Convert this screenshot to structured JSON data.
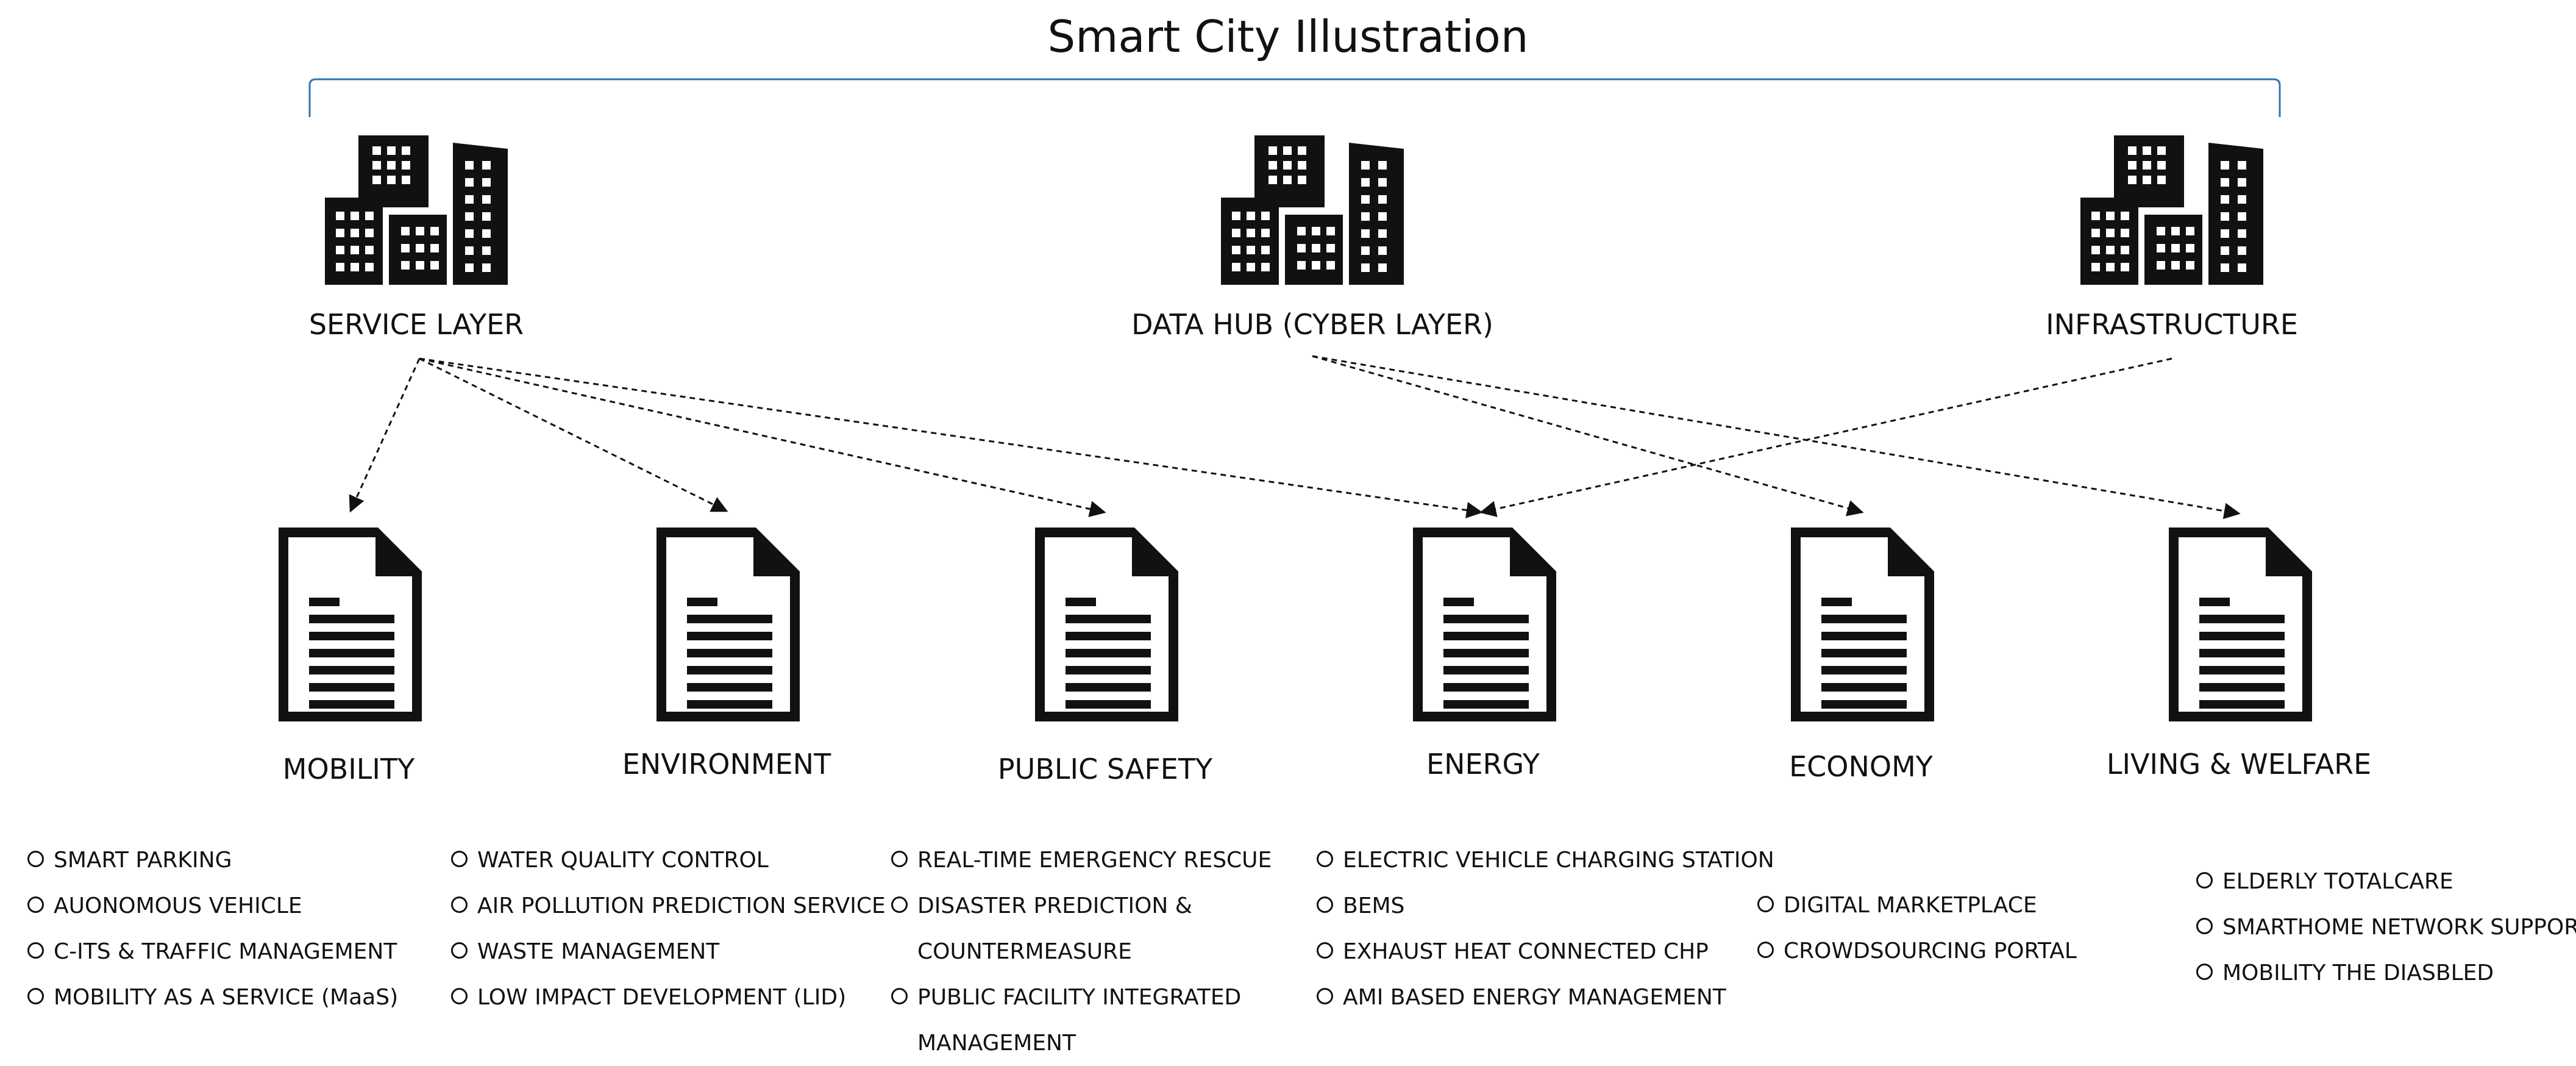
{
  "title": "Smart City Illustration",
  "colors": {
    "bracket": "#2e75b6",
    "ink": "#111111"
  },
  "layers": [
    {
      "id": "service",
      "label": "SERVICE LAYER",
      "icon": "buildings-icon"
    },
    {
      "id": "data-hub",
      "label": "DATA HUB (CYBER LAYER)",
      "icon": "buildings-icon"
    },
    {
      "id": "infrastructure",
      "label": "INFRASTRUCTURE",
      "icon": "buildings-icon"
    }
  ],
  "services": [
    {
      "id": "mobility",
      "label": "MOBILITY",
      "icon": "document-icon",
      "items": [
        "SMART PARKING",
        "AUONOMOUS VEHICLE",
        "C-ITS & TRAFFIC MANAGEMENT",
        "MOBILITY AS A SERVICE (MaaS)"
      ]
    },
    {
      "id": "environment",
      "label": "ENVIRONMENT",
      "icon": "document-icon",
      "items": [
        "WATER QUALITY CONTROL",
        "AIR POLLUTION PREDICTION SERVICE",
        "WASTE MANAGEMENT",
        "LOW IMPACT DEVELOPMENT (LID)"
      ]
    },
    {
      "id": "public-safety",
      "label": "PUBLIC SAFETY",
      "icon": "document-icon",
      "items": [
        "REAL-TIME EMERGENCY RESCUE",
        "DISASTER PREDICTION & COUNTERMEASURE",
        "PUBLIC FACILITY INTEGRATED MANAGEMENT"
      ]
    },
    {
      "id": "energy",
      "label": "ENERGY",
      "icon": "document-icon",
      "items": [
        "ELECTRIC VEHICLE CHARGING STATION",
        "BEMS",
        "EXHAUST HEAT CONNECTED CHP",
        "AMI BASED ENERGY MANAGEMENT"
      ]
    },
    {
      "id": "economy",
      "label": "ECONOMY",
      "icon": "document-icon",
      "items": [
        "DIGITAL MARKETPLACE",
        "CROWDSOURCING PORTAL"
      ]
    },
    {
      "id": "living-welfare",
      "label": "LIVING & WELFARE",
      "icon": "document-icon",
      "items": [
        "ELDERLY TOTALCARE",
        "SMARTHOME NETWORK SUPPORT",
        "MOBILITY THE DIASBLED"
      ]
    }
  ],
  "links": [
    {
      "from": "service",
      "to": "mobility"
    },
    {
      "from": "service",
      "to": "environment"
    },
    {
      "from": "service",
      "to": "public-safety"
    },
    {
      "from": "service",
      "to": "energy"
    },
    {
      "from": "data-hub",
      "to": "economy"
    },
    {
      "from": "data-hub",
      "to": "living-welfare"
    },
    {
      "from": "infrastructure",
      "to": "energy"
    }
  ]
}
